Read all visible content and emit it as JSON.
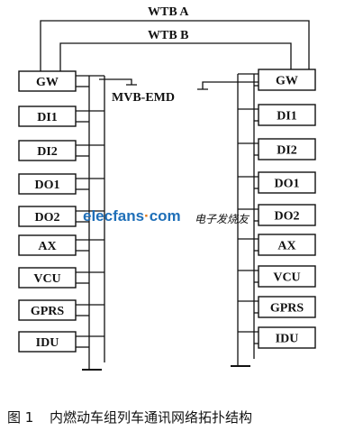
{
  "buses": {
    "wtb_a": "WTB A",
    "wtb_b": "WTB B",
    "mvb": "MVB-EMD"
  },
  "left_nodes": [
    {
      "id": "gw",
      "label": "GW"
    },
    {
      "id": "di1",
      "label": "DI1"
    },
    {
      "id": "di2",
      "label": "DI2"
    },
    {
      "id": "do1",
      "label": "DO1"
    },
    {
      "id": "do2",
      "label": "DO2"
    },
    {
      "id": "ax",
      "label": "AX"
    },
    {
      "id": "vcu",
      "label": "VCU"
    },
    {
      "id": "gprs",
      "label": "GPRS"
    },
    {
      "id": "idu",
      "label": "IDU"
    }
  ],
  "right_nodes": [
    {
      "id": "gw",
      "label": "GW"
    },
    {
      "id": "di1",
      "label": "DI1"
    },
    {
      "id": "di2",
      "label": "DI2"
    },
    {
      "id": "do1",
      "label": "DO1"
    },
    {
      "id": "do2",
      "label": "DO2"
    },
    {
      "id": "ax",
      "label": "AX"
    },
    {
      "id": "vcu",
      "label": "VCU"
    },
    {
      "id": "gprs",
      "label": "GPRS"
    },
    {
      "id": "idu",
      "label": "IDU"
    }
  ],
  "watermark": {
    "brand": "elecfans",
    "dot": "·",
    "com": "com",
    "cn": "电子发烧友"
  },
  "caption": {
    "number": "图 1",
    "title": "内燃动车组列车通讯网络拓扑结构"
  }
}
